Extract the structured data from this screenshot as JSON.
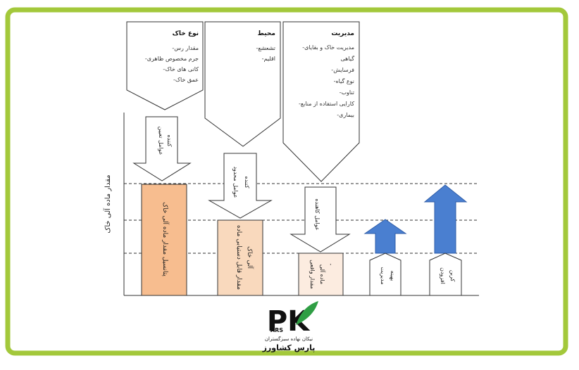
{
  "colors": {
    "frame": "#a3c83b",
    "stroke": "#333333",
    "box_potential": "#f7bd8f",
    "box_attainable": "#f9d9bd",
    "box_actual": "#fcece0",
    "arrow_blue": "#4a7fd0",
    "logo_green": "#2f9e44",
    "logo_black": "#111111"
  },
  "y_axis_label": "مقدار ماده آلی خاک",
  "top_boxes": [
    {
      "title": "نوع خاک",
      "items": [
        "-مقدار رس",
        "-جرم مخصوص ظاهری",
        "-کانی های خاک",
        "-عمق خاک"
      ]
    },
    {
      "title": "محیط",
      "items": [
        "-تشعشع",
        "-اقلیم"
      ]
    },
    {
      "title": "مدیریت",
      "items": [
        "-مدیریت خاک و بقایای",
        "گیاهی",
        "-فرسایش",
        "-نوع گیاه",
        "-تناوب",
        "-کارایی استفاده از منابع",
        "-بیماری"
      ]
    }
  ],
  "factor_arrows": [
    {
      "lines": [
        "عوامل تعیین",
        "کننده"
      ]
    },
    {
      "lines": [
        "عوامل محدود",
        "کننده"
      ]
    },
    {
      "lines": [
        "عوامل کاهنده"
      ]
    }
  ],
  "levels": [
    {
      "lines": [
        "پتانسیل مقدار ماده آلی خاک"
      ],
      "level": 3
    },
    {
      "lines": [
        "مقدار قابل دستیابی ماده",
        "آلی خاک"
      ],
      "level": 2
    },
    {
      "lines": [
        "مقدار واقعی",
        "ماده آلی",
        "-"
      ],
      "level": 1
    }
  ],
  "up_arrows": [
    {
      "lines": [
        "مدیریت",
        "بهینه"
      ],
      "reaches_level": 2
    },
    {
      "lines": [
        "افزودن",
        "کربن"
      ],
      "reaches_level": 3
    }
  ],
  "logo": {
    "mark_letters": "PK",
    "mark_small": "ARS",
    "tagline": "نیکان نهاده سبزگستران",
    "brand": "پارس کشاورز"
  }
}
